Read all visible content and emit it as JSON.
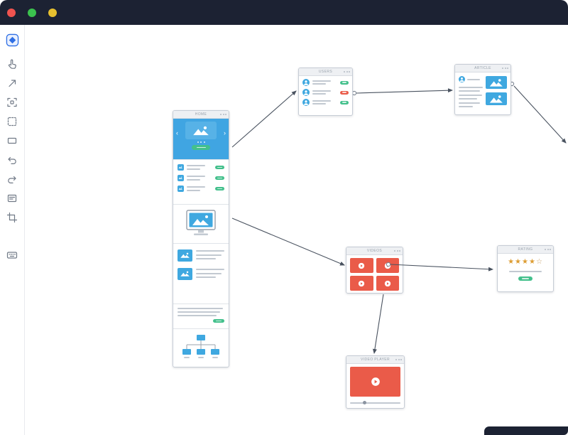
{
  "window": {
    "traffic_lights": [
      {
        "name": "close",
        "color": "#f0534f"
      },
      {
        "name": "fullscreen",
        "color": "#3bc24e"
      },
      {
        "name": "minimize",
        "color": "#e7c02f"
      }
    ]
  },
  "toolbar": {
    "tools": [
      {
        "name": "app-logo"
      },
      {
        "name": "pointer-tool"
      },
      {
        "name": "connector-tool"
      },
      {
        "name": "select-corners-tool"
      },
      {
        "name": "marquee-tool"
      },
      {
        "name": "shape-tool"
      },
      {
        "name": "undo"
      },
      {
        "name": "redo"
      },
      {
        "name": "card-tool"
      },
      {
        "name": "frame-tool"
      },
      {
        "name": "keyboard-shortcuts"
      }
    ]
  },
  "canvas": {
    "cards": {
      "home": {
        "title": "HOME",
        "hero": {
          "prev_chevron": "‹",
          "next_chevron": "›"
        }
      },
      "users": {
        "title": "USERS"
      },
      "article": {
        "title": "ARTICLE"
      },
      "videos": {
        "title": "VIDEOS"
      },
      "rating": {
        "title": "RATING",
        "stars_filled": "★★★★",
        "stars_empty": "☆"
      },
      "player": {
        "title": "VIDEO PLAYER"
      }
    },
    "connectors": [
      {
        "from": "home-hero",
        "to": "users-card"
      },
      {
        "from": "users-card",
        "to": "article-card"
      },
      {
        "from": "article-card",
        "to": "offscreen-right"
      },
      {
        "from": "home-monitor",
        "to": "videos-card"
      },
      {
        "from": "videos-card",
        "to": "rating-card"
      },
      {
        "from": "videos-card",
        "to": "player-card"
      }
    ],
    "rating_stars": {
      "filled": 4,
      "total": 5
    }
  },
  "colors": {
    "topbar": "#1c2233",
    "wireframe_blue": "#3fa8e0",
    "wireframe_green": "#43c08c",
    "wireframe_red": "#ea5b49",
    "connector": "#4a5360",
    "star": "#dd9d33"
  }
}
